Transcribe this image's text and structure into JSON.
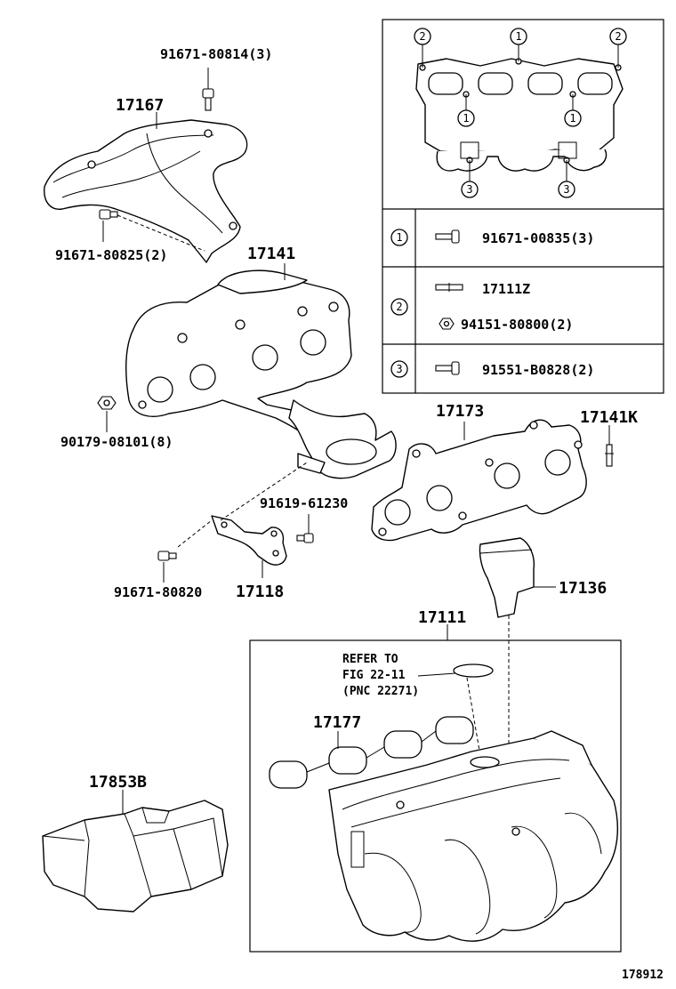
{
  "part_numbers": {
    "bolt_heat_insulator": "91671-80814(3)",
    "heat_insulator": "17167",
    "bolt_insulator_lower": "91671-80825(2)",
    "exhaust_manifold": "17141",
    "nut_manifold": "90179-08101(8)",
    "gasket_exhaust": "17173",
    "stud_exhaust": "17141K",
    "bolt_stay_right": "91619-61230",
    "bolt_stay_left": "91671-80820",
    "manifold_stay": "17118",
    "insulator_block": "17136",
    "intake_manifold": "17111",
    "intake_gasket": "17177",
    "engine_cover": "17853B"
  },
  "refer_note": {
    "line1": "REFER TO",
    "line2": "FIG 22-11",
    "line3": "(PNC 22271)"
  },
  "legend": {
    "markers": [
      "2",
      "1",
      "2",
      "1",
      "1",
      "3",
      "3"
    ],
    "rows": [
      {
        "marker": "1",
        "parts": [
          "91671-00835(3)"
        ]
      },
      {
        "marker": "2",
        "parts": [
          "17111Z",
          "94151-80800(2)"
        ]
      },
      {
        "marker": "3",
        "parts": [
          "91551-B0828(2)"
        ]
      }
    ]
  },
  "figure_id": "178912"
}
